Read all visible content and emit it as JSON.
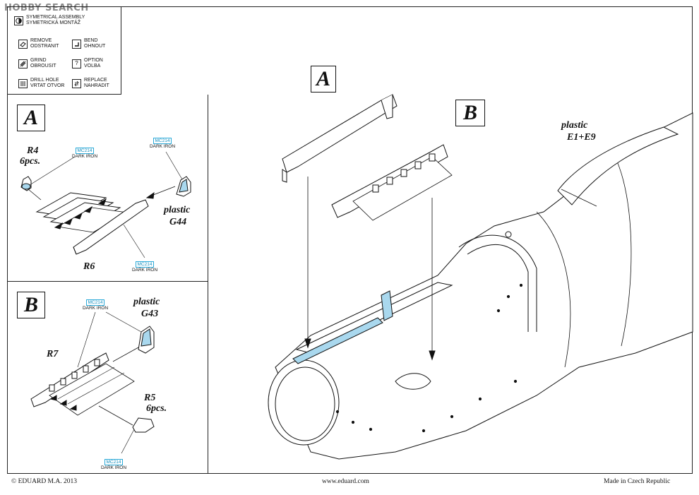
{
  "watermark": "HOBBY SEARCH",
  "legend": [
    {
      "icon": "symmetric-assembly-icon",
      "line1": "SYMETRICAL ASSEMBLY",
      "line2": "SYMETRICKÁ MONTÁŽ"
    },
    {
      "icon": "remove-icon",
      "line1": "REMOVE",
      "line2": "ODSTRANIT"
    },
    {
      "icon": "bend-icon",
      "line1": "BEND",
      "line2": "OHNOUT"
    },
    {
      "icon": "grind-icon",
      "line1": "GRIND",
      "line2": "OBROUSIT"
    },
    {
      "icon": "option-icon",
      "glyph": "?",
      "line1": "OPTION",
      "line2": "VOLBA"
    },
    {
      "icon": "drill-hole-icon",
      "line1": "DRILL HOLE",
      "line2": "VRTAT OTVOR"
    },
    {
      "icon": "replace-icon",
      "line1": "REPLACE",
      "line2": "NAHRADIT"
    }
  ],
  "panel_a": {
    "letter": "A",
    "r4_label": "R4",
    "r4_qty": "6pcs.",
    "r6_label": "R6",
    "plastic_label": "plastic",
    "plastic_part": "G44",
    "paint_code": "MC214",
    "paint_name": "DARK IRON"
  },
  "panel_b": {
    "letter": "B",
    "r7_label": "R7",
    "r5_label": "R5",
    "r5_qty": "6pcs.",
    "plastic_label": "plastic",
    "plastic_part": "G43",
    "paint_code": "MC214",
    "paint_name": "DARK IRON"
  },
  "main": {
    "letter_a": "A",
    "letter_b": "B",
    "plastic_label": "plastic",
    "plastic_part": "E1+E9"
  },
  "footer": {
    "copyright": "© EDUARD  M.A. 2013",
    "website": "www.eduard.com",
    "origin": "Made in Czech Republic"
  },
  "colors": {
    "highlight": "#a9d8ee",
    "paint_code": "#1690c0"
  }
}
